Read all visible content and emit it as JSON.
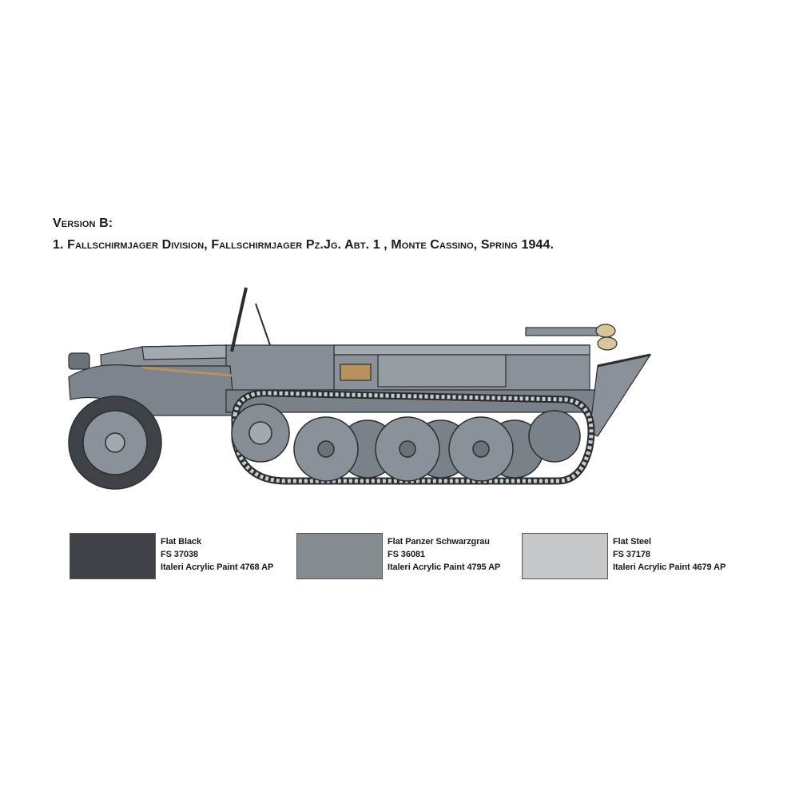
{
  "header": {
    "version_title": "Version B:",
    "unit_line": "1. Fallschirmjager Division,  Fallschirmjager Pz.Jg. Abt. 1 , Monte Cassino,  Spring 1944."
  },
  "colors": {
    "vehicle_body": "#8a9198",
    "vehicle_shadow": "#6b7279",
    "vehicle_light": "#a3a9af",
    "track": "#c9ccce",
    "outline": "#2b2e31",
    "crate": "#b8925e",
    "canvas": "#d9c59a"
  },
  "swatches": [
    {
      "name": "Flat Black",
      "fs": "FS 37038",
      "paint": "Italeri Acrylic Paint 4768 AP",
      "color": "#3f4246"
    },
    {
      "name": "Flat Panzer Schwarzgrau",
      "fs": "FS 36081",
      "paint": "Italeri Acrylic Paint 4795 AP",
      "color": "#878c91"
    },
    {
      "name": "Flat Steel",
      "fs": "FS 37178",
      "paint": "Italeri Acrylic Paint 4679 AP",
      "color": "#c6c7c8"
    }
  ]
}
